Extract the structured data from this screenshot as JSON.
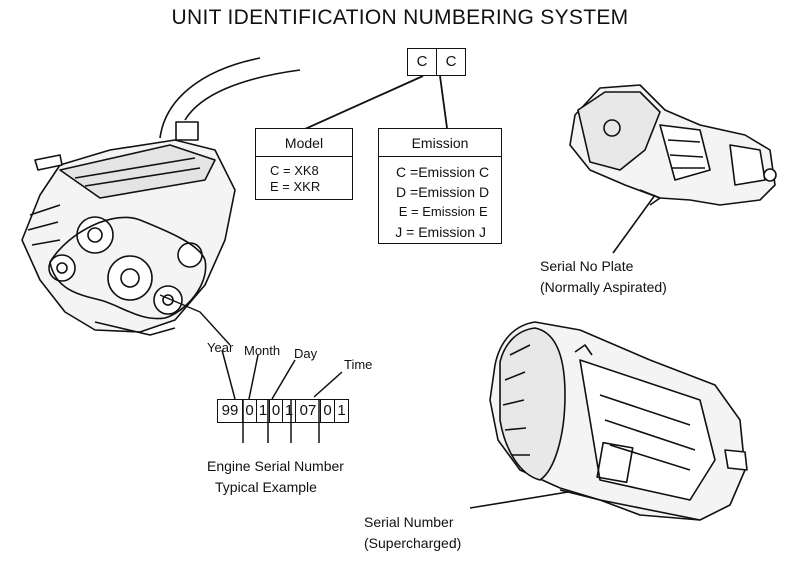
{
  "title": "UNIT IDENTIFICATION NUMBERING SYSTEM",
  "code_boxes": [
    "C",
    "C"
  ],
  "model_box": {
    "heading": "Model",
    "lines": [
      "C = XK8",
      "E = XKR"
    ]
  },
  "emission_box": {
    "heading": "Emission",
    "rows": [
      {
        "key": "C =Emission",
        "val": "C"
      },
      {
        "key": "D =Emission",
        "val": "D"
      },
      {
        "key": "E = Emission",
        "val": "E"
      },
      {
        "key": "J = Emission",
        "val": "J"
      }
    ]
  },
  "engine_serial": {
    "labels": {
      "year": "Year",
      "month": "Month",
      "day": "Day",
      "time": "Time"
    },
    "digits": [
      "99",
      "0",
      "1",
      "0",
      "1",
      "07",
      "0",
      "1"
    ],
    "caption_line1": "Engine Serial Number",
    "caption_line2": "Typical Example"
  },
  "transmission_na": {
    "caption_line1": "Serial No Plate",
    "caption_line2": "(Normally Aspirated)"
  },
  "transmission_sc": {
    "caption_line1": "Serial Number",
    "caption_line2": "(Supercharged)"
  }
}
